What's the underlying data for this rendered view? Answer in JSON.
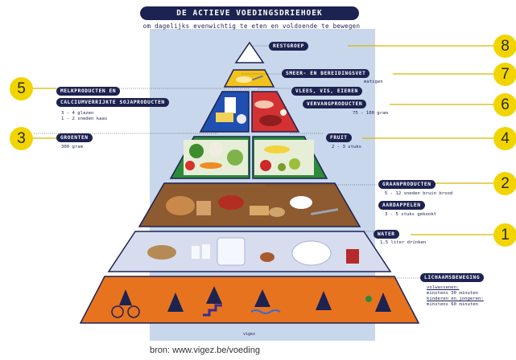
{
  "title": "DE ACTIEVE VOEDINGSDRIEHOEK",
  "subtitle": "om dagelijks evenwichtig te eten en voldoende te bewegen",
  "source": "bron: www.vigez.be/voeding",
  "mark": "vigez",
  "layers": {
    "restgroep": {
      "label": "RESTGROEP",
      "number": "8"
    },
    "smeer": {
      "label": "SMEER- EN BEREIDINGSVET",
      "note": "matigen",
      "number": "7"
    },
    "melk": {
      "label_1": "MELKPRODUCTEN EN",
      "label_2": "CALCIUMVERRIJKTE SOJAPRODUCTEN",
      "note_1": "3 - 4 glazen",
      "note_2": "1 - 2 sneden kaas",
      "number": "5"
    },
    "vlees": {
      "label_1": "VLEES, VIS, EIEREN",
      "label_2": "VERVANGPRODUCTEN",
      "note": "75 - 100 gram",
      "number": "6"
    },
    "groenten": {
      "label": "GROENTEN",
      "note": "300 gram",
      "number": "3"
    },
    "fruit": {
      "label": "FRUIT",
      "note": "2 - 3 stuks",
      "number": "4"
    },
    "graan": {
      "label_1": "GRAANPRODUCTEN",
      "note_1": "5 - 12 sneden bruin brood",
      "label_2": "AARDAPPELEN",
      "note_2": "3 - 5 stuks gekookt",
      "number": "2"
    },
    "water": {
      "label": "WATER",
      "note": "1,5 liter drinken",
      "number": "1"
    },
    "beweging": {
      "label": "LICHAAMSBEWEGING",
      "note_1": "volwassenen:",
      "note_2": "minstens 30 minuten",
      "note_3": "kinderen en jongeren:",
      "note_4": "minstens 60 minuten"
    }
  },
  "colors": {
    "navy": "#1d2350",
    "yellow_accent": "#f2d500",
    "orange_layer": "#e8731f",
    "lavender_layer": "#d8dcef",
    "brown_layer": "#8e5a2f",
    "green_layer": "#2c8a3a",
    "red_layer": "#d43132",
    "blue_layer": "#1f4fb0",
    "yellow_layer": "#f2c21c",
    "backdrop": "#c9d7ec"
  }
}
